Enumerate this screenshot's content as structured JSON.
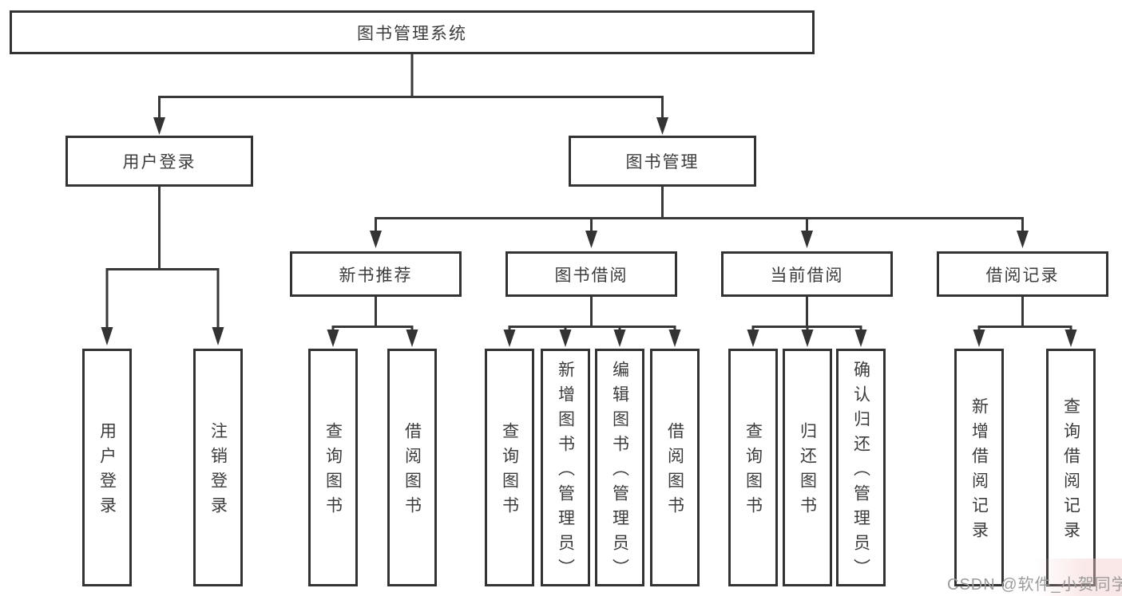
{
  "colors": {
    "line": "#383838",
    "box_border": "#333333",
    "text": "#3c3c3c",
    "watermark": "#9c9c9c"
  },
  "diagram": {
    "root": {
      "label": "图书管理系统"
    },
    "branches": [
      {
        "label": "用户登录",
        "children": [
          {
            "label": "用户登录"
          },
          {
            "label": "注销登录"
          }
        ]
      },
      {
        "label": "图书管理",
        "children": [
          {
            "label": "新书推荐",
            "children": [
              {
                "label": "查询图书"
              },
              {
                "label": "借阅图书"
              }
            ]
          },
          {
            "label": "图书借阅",
            "children": [
              {
                "label": "查询图书"
              },
              {
                "label": "新增图书（管理员）"
              },
              {
                "label": "编辑图书（管理员）"
              },
              {
                "label": "借阅图书"
              }
            ]
          },
          {
            "label": "当前借阅",
            "children": [
              {
                "label": "查询图书"
              },
              {
                "label": "归还图书"
              },
              {
                "label": "确认归还（管理员）"
              }
            ]
          },
          {
            "label": "借阅记录",
            "children": [
              {
                "label": "新增借阅记录"
              },
              {
                "label": "查询借阅记录"
              }
            ]
          }
        ]
      }
    ]
  },
  "watermark": {
    "text": "CSDN @软件_小贺同学"
  }
}
